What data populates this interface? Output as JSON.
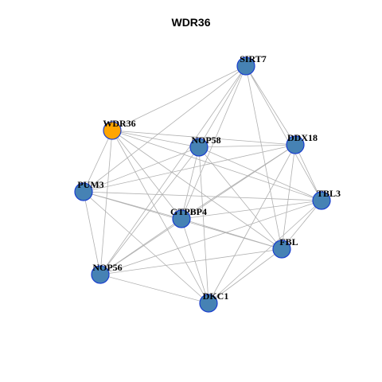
{
  "title": "WDR36",
  "colors": {
    "hub": "#ffa500",
    "node": "#4682b4",
    "edge": "#b0b0b0",
    "stroke": "#1a3fcf"
  },
  "nodes": [
    {
      "id": "SIRT7",
      "label": "SIRT7",
      "hub": false
    },
    {
      "id": "WDR36",
      "label": "WDR36",
      "hub": true
    },
    {
      "id": "NOP58",
      "label": "NOP58",
      "hub": false
    },
    {
      "id": "DDX18",
      "label": "DDX18",
      "hub": false
    },
    {
      "id": "PUM3",
      "label": "PUM3",
      "hub": false
    },
    {
      "id": "TBL3",
      "label": "TBL3",
      "hub": false
    },
    {
      "id": "GTPBP4",
      "label": "GTPBP4",
      "hub": false
    },
    {
      "id": "FBL",
      "label": "FBL",
      "hub": false
    },
    {
      "id": "NOP56",
      "label": "NOP56",
      "hub": false
    },
    {
      "id": "DKC1",
      "label": "DKC1",
      "hub": false
    }
  ],
  "edges": [
    [
      "SIRT7",
      "WDR36"
    ],
    [
      "SIRT7",
      "NOP58"
    ],
    [
      "SIRT7",
      "DDX18"
    ],
    [
      "SIRT7",
      "PUM3"
    ],
    [
      "SIRT7",
      "TBL3"
    ],
    [
      "SIRT7",
      "GTPBP4"
    ],
    [
      "SIRT7",
      "FBL"
    ],
    [
      "SIRT7",
      "NOP56"
    ],
    [
      "WDR36",
      "NOP58"
    ],
    [
      "WDR36",
      "DDX18"
    ],
    [
      "WDR36",
      "PUM3"
    ],
    [
      "WDR36",
      "TBL3"
    ],
    [
      "WDR36",
      "GTPBP4"
    ],
    [
      "WDR36",
      "FBL"
    ],
    [
      "WDR36",
      "NOP56"
    ],
    [
      "WDR36",
      "DKC1"
    ],
    [
      "NOP58",
      "DDX18"
    ],
    [
      "NOP58",
      "PUM3"
    ],
    [
      "NOP58",
      "TBL3"
    ],
    [
      "NOP58",
      "GTPBP4"
    ],
    [
      "NOP58",
      "FBL"
    ],
    [
      "NOP58",
      "NOP56"
    ],
    [
      "NOP58",
      "DKC1"
    ],
    [
      "DDX18",
      "PUM3"
    ],
    [
      "DDX18",
      "TBL3"
    ],
    [
      "DDX18",
      "GTPBP4"
    ],
    [
      "DDX18",
      "FBL"
    ],
    [
      "DDX18",
      "NOP56"
    ],
    [
      "DDX18",
      "DKC1"
    ],
    [
      "PUM3",
      "TBL3"
    ],
    [
      "PUM3",
      "GTPBP4"
    ],
    [
      "PUM3",
      "FBL"
    ],
    [
      "PUM3",
      "NOP56"
    ],
    [
      "PUM3",
      "DKC1"
    ],
    [
      "TBL3",
      "GTPBP4"
    ],
    [
      "TBL3",
      "FBL"
    ],
    [
      "TBL3",
      "NOP56"
    ],
    [
      "TBL3",
      "DKC1"
    ],
    [
      "GTPBP4",
      "FBL"
    ],
    [
      "GTPBP4",
      "NOP56"
    ],
    [
      "GTPBP4",
      "DKC1"
    ],
    [
      "FBL",
      "NOP56"
    ],
    [
      "FBL",
      "DKC1"
    ],
    [
      "NOP56",
      "DKC1"
    ]
  ]
}
